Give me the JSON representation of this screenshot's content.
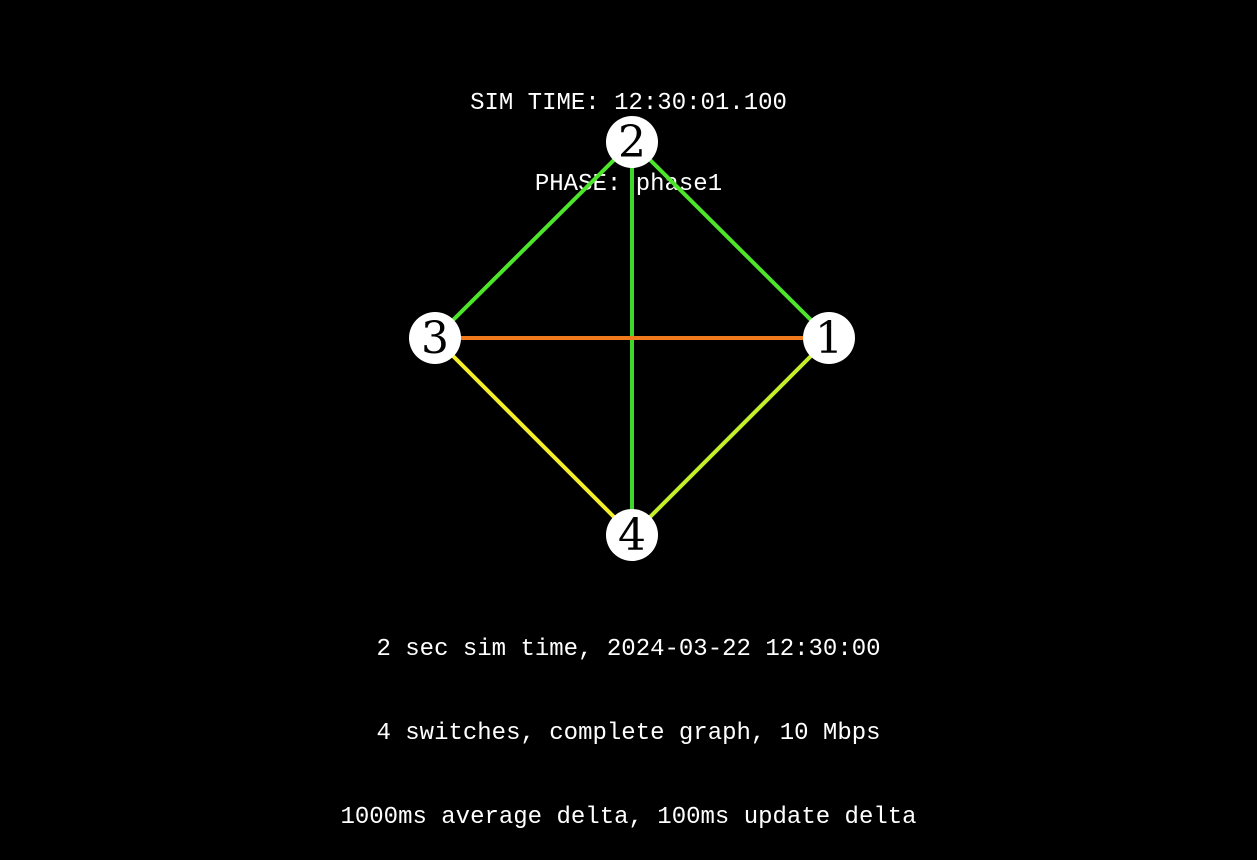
{
  "header": {
    "sim_time": "SIM TIME: 12:30:01.100",
    "phase": "PHASE: phase1"
  },
  "graph": {
    "nodes": [
      {
        "id": "1",
        "label": "1"
      },
      {
        "id": "2",
        "label": "2"
      },
      {
        "id": "3",
        "label": "3"
      },
      {
        "id": "4",
        "label": "4"
      }
    ],
    "edges": [
      {
        "from": "2",
        "to": "3",
        "color": "#4ee62a"
      },
      {
        "from": "2",
        "to": "1",
        "color": "#4ee62a"
      },
      {
        "from": "2",
        "to": "4",
        "color": "#3ed82a"
      },
      {
        "from": "3",
        "to": "1",
        "color": "#f07a1c"
      },
      {
        "from": "3",
        "to": "4",
        "color": "#f5ee2a"
      },
      {
        "from": "1",
        "to": "4",
        "color": "#c3f02a"
      }
    ],
    "node_fill": "#ffffff",
    "node_text_color": "#000000"
  },
  "footer": {
    "line1": "2 sec sim time, 2024-03-22 12:30:00",
    "line2": "4 switches, complete graph, 10 Mbps",
    "line3": "1000ms average delta, 100ms update delta"
  },
  "background": "#000000"
}
